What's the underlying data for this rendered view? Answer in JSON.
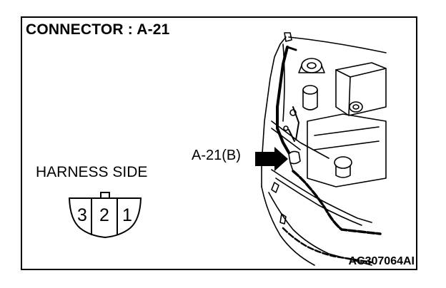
{
  "diagram": {
    "title": "CONNECTOR : A-21",
    "harness_label": "HARNESS SIDE",
    "connector_pins": [
      "3",
      "2",
      "1"
    ],
    "callout_label": "A-21(B)",
    "figure_code": "AC307064AI"
  }
}
